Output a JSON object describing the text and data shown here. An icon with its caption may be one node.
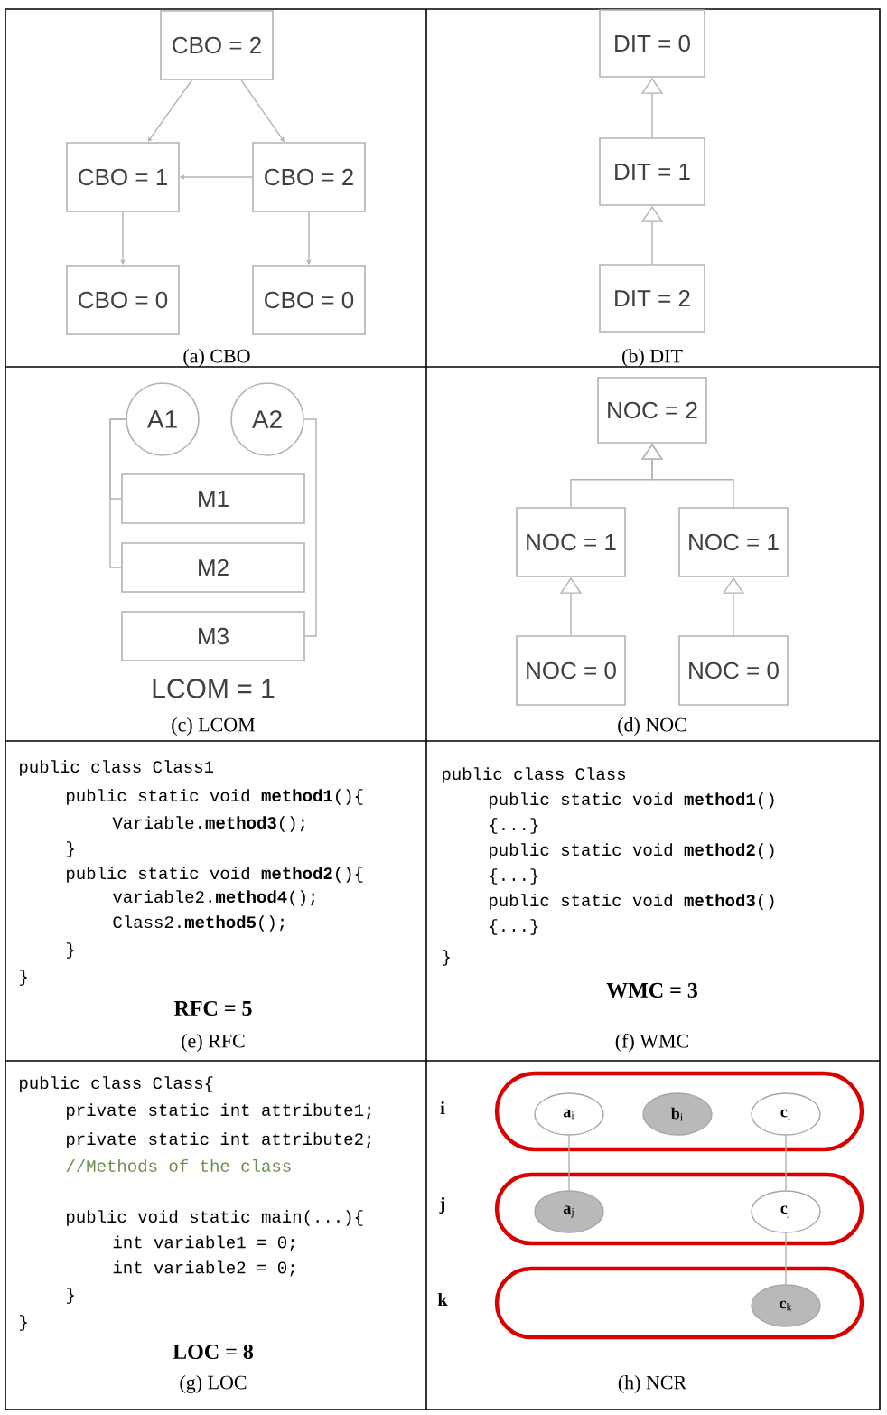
{
  "diagram": {
    "nodes": [
      {
        "text": [
          "CBO = 2"
        ]
      },
      {
        "text": [
          "CBO = 1"
        ]
      },
      {
        "text": [
          "CBO = 2"
        ]
      },
      {
        "text": [
          "CBO = 0"
        ]
      },
      {
        "text": [
          "CBO = 0"
        ]
      },
      {
        "text": [
          "DIT = 0"
        ]
      },
      {
        "text": [
          "DIT = 1"
        ]
      },
      {
        "text": [
          "DIT = 2"
        ]
      },
      {
        "text": [
          "A1"
        ]
      },
      {
        "text": [
          "A2"
        ]
      },
      {
        "text": [
          "M1"
        ]
      },
      {
        "text": [
          "M2"
        ]
      },
      {
        "text": [
          "M3"
        ]
      },
      {
        "text": [
          "NOC = 2"
        ]
      },
      {
        "text": [
          "NOC = 1"
        ]
      },
      {
        "text": [
          "NOC = 1"
        ]
      },
      {
        "text": [
          "NOC = 0"
        ]
      },
      {
        "text": [
          "NOC = 0"
        ]
      },
      {
        "text": [],
        "shape": "box",
        "beside": [
          "i"
        ]
      },
      {
        "text": [],
        "shape": "box",
        "beside": [
          "j"
        ]
      },
      {
        "text": [],
        "shape": "box",
        "beside": [
          "k"
        ]
      },
      {
        "text": [
          "**a**$_{i}$"
        ],
        "in": 18
      },
      {
        "text": [
          "**b**$_{i}$"
        ],
        "in": 18
      },
      {
        "text": [
          "**c**$_{i}$"
        ],
        "in": 18
      },
      {
        "text": [
          "**a**$_{j}$"
        ],
        "in": 19
      },
      {
        "text": [
          "**c**$_{j}$"
        ],
        "in": 19
      },
      {
        "text": [
          "**c**$_{k}$"
        ],
        "in": 20
      }
    ],
    "edges": [
      {
        "from": 0,
        "to": 1,
        "arrow": "to"
      },
      {
        "from": 0,
        "to": 2,
        "arrow": "to"
      },
      {
        "from": 2,
        "to": 1,
        "arrow": "to"
      },
      {
        "from": 1,
        "to": 3,
        "arrow": "to"
      },
      {
        "from": 2,
        "to": 4,
        "arrow": "to"
      },
      {
        "from": 6,
        "to": 5,
        "arrow": "to"
      },
      {
        "from": 7,
        "to": 6,
        "arrow": "to"
      },
      {
        "from": 8,
        "to": 10,
        "arrow": "none"
      },
      {
        "from": 8,
        "to": 11,
        "arrow": "none"
      },
      {
        "from": 9,
        "to": 12,
        "arrow": "none"
      },
      {
        "from": 14,
        "to": 13,
        "arrow": "to"
      },
      {
        "from": 15,
        "to": 13,
        "arrow": "to"
      },
      {
        "from": 16,
        "to": 14,
        "arrow": "to"
      },
      {
        "from": 17,
        "to": 15,
        "arrow": "to"
      },
      {
        "from": 21,
        "to": 24,
        "arrow": "none"
      },
      {
        "from": 23,
        "to": 25,
        "arrow": "none"
      },
      {
        "from": 25,
        "to": 26,
        "arrow": "none"
      }
    ],
    "labels": [
      "(a) CBO",
      "(b) DIT",
      "LCOM = 1",
      "(c) LCOM",
      "(d) NOC",
      "public class Class1",
      "public static void **method1**(){",
      "Variable.**method3**();",
      "}",
      "public static void **method2**(){",
      "variable2.**method4**();",
      "Class2.**method5**();",
      "}",
      "}",
      "RFC = 5",
      "(e) RFC",
      "public class Class",
      "public static void **method1**()",
      "{...}",
      "public static void **method2**()",
      "{...}",
      "public static void **method3**()",
      "{...}",
      "}",
      "WMC = 3",
      "(f) WMC",
      "public class Class{",
      "private static int attribute1;",
      "private static int attribute2;",
      "//Methods of the class",
      "public void static main(...){",
      "int variable1 = 0;",
      "int variable2 = 0;",
      "}",
      "}",
      "LOC = 8",
      "(g) LOC",
      "(h) NCR"
    ]
  }
}
